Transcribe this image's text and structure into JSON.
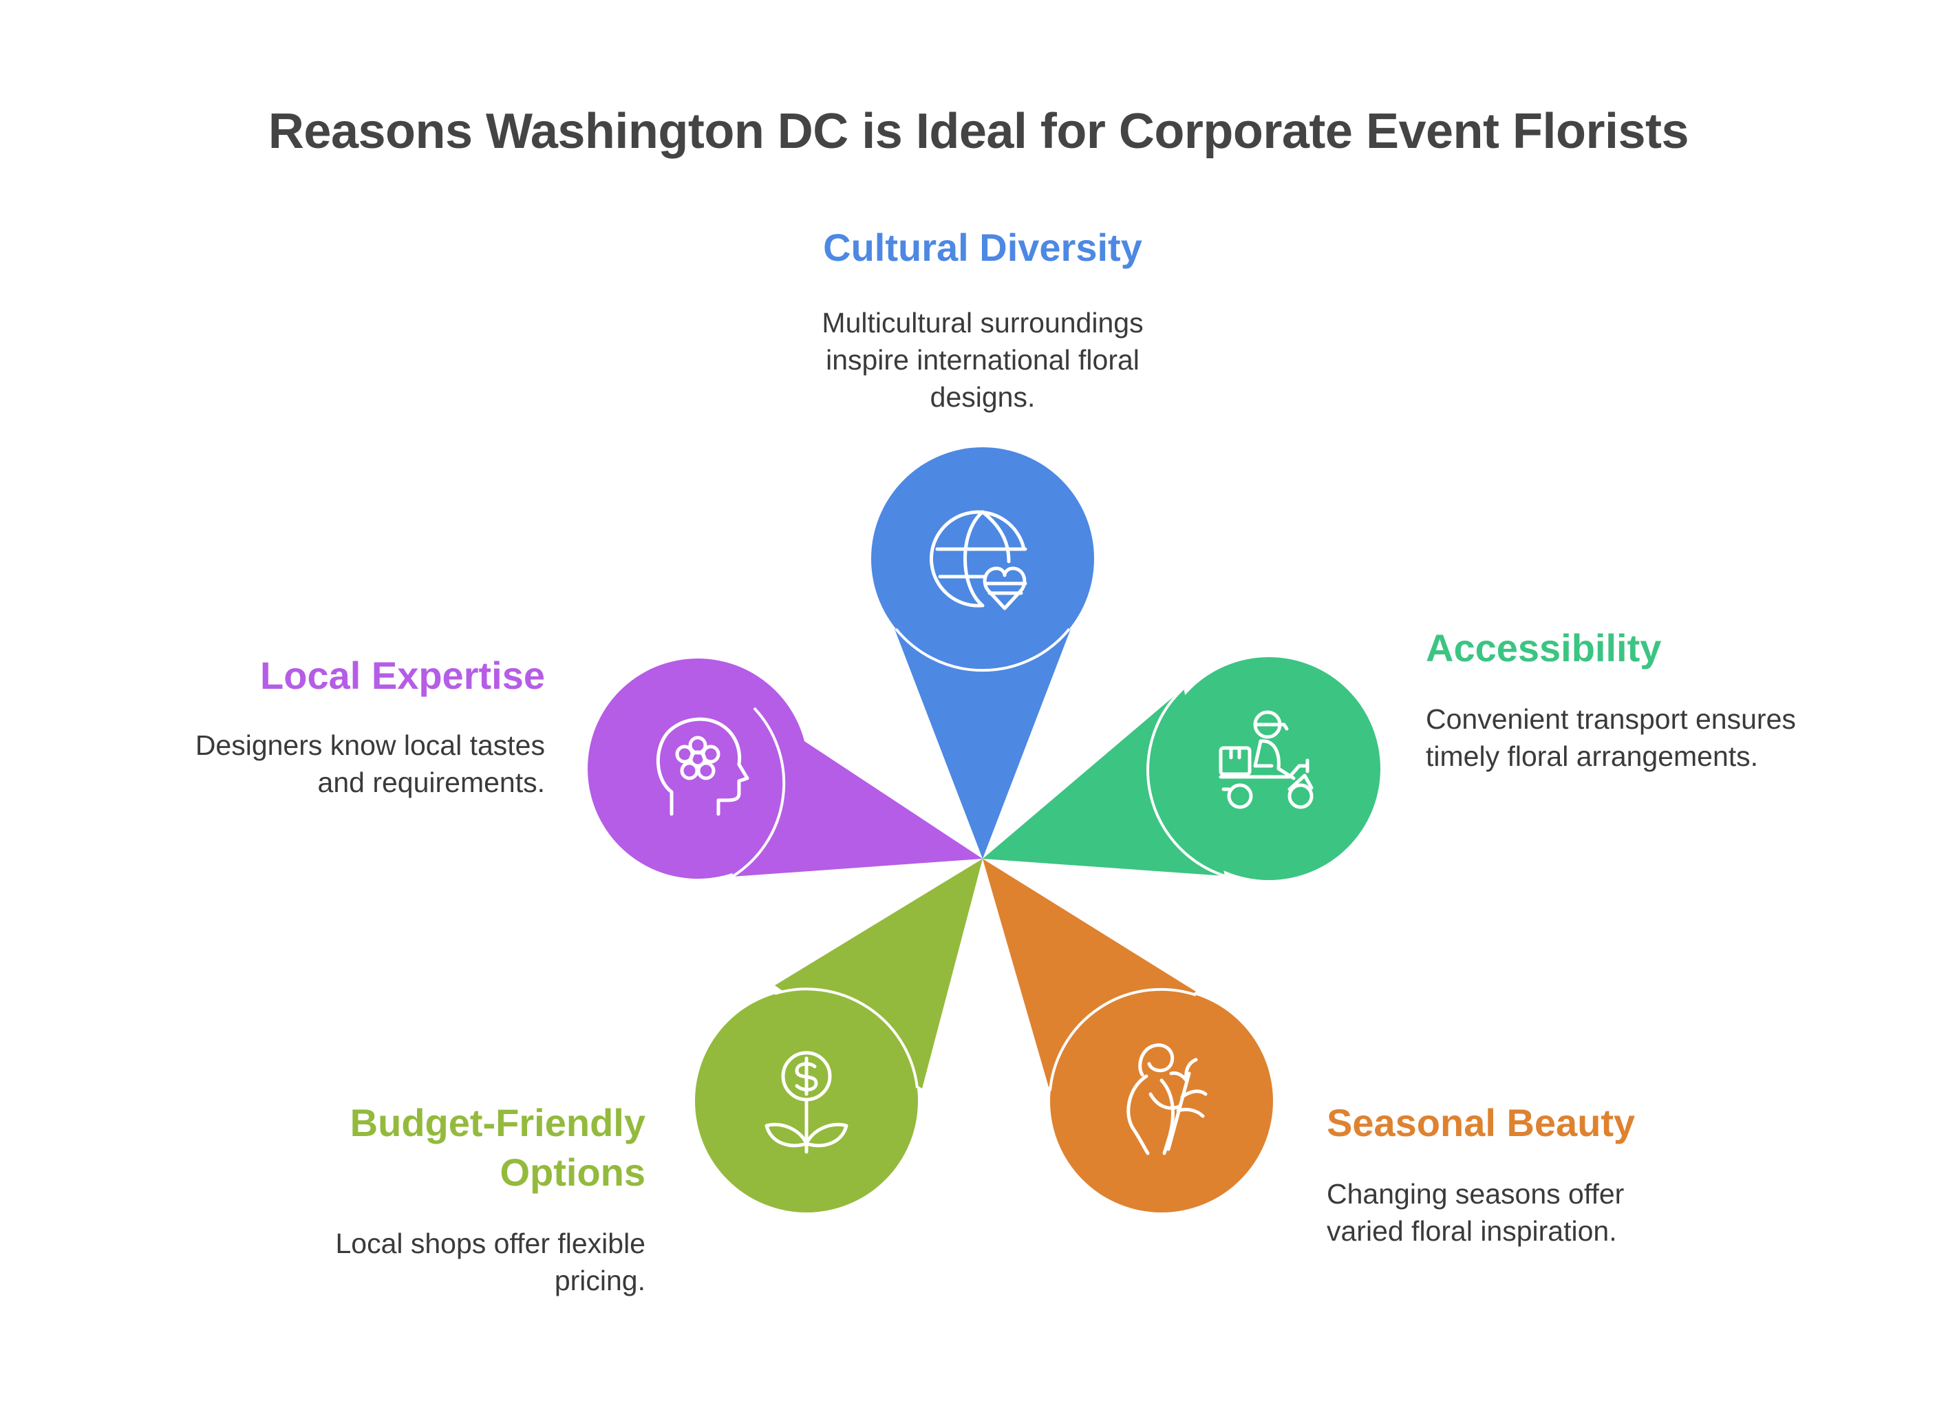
{
  "title": "Reasons Washington DC is Ideal for Corporate Event Florists",
  "items": [
    {
      "key": "cultural",
      "label": "Cultural Diversity",
      "desc_lines": [
        "Multicultural surroundings",
        "inspire international floral",
        "designs."
      ],
      "color": "#4d88e3",
      "icon": "globe-heart-icon"
    },
    {
      "key": "accessibility",
      "label": "Accessibility",
      "desc_lines": [
        "Convenient transport ensures",
        "timely floral arrangements."
      ],
      "color": "#3cc482",
      "icon": "delivery-scooter-icon"
    },
    {
      "key": "seasonal",
      "label": "Seasonal Beauty",
      "desc_lines": [
        "Changing seasons offer",
        "varied floral inspiration."
      ],
      "color": "#de8230",
      "icon": "woman-with-plant-icon"
    },
    {
      "key": "budget",
      "label_lines": [
        "Budget-Friendly",
        "Options"
      ],
      "desc_lines": [
        "Local shops offer flexible",
        "pricing."
      ],
      "color": "#93ba3c",
      "icon": "dollar-plant-icon"
    },
    {
      "key": "local",
      "label": "Local Expertise",
      "desc_lines": [
        "Designers know local tastes",
        "and requirements."
      ],
      "color": "#b55de6",
      "icon": "head-flower-icon"
    }
  ]
}
